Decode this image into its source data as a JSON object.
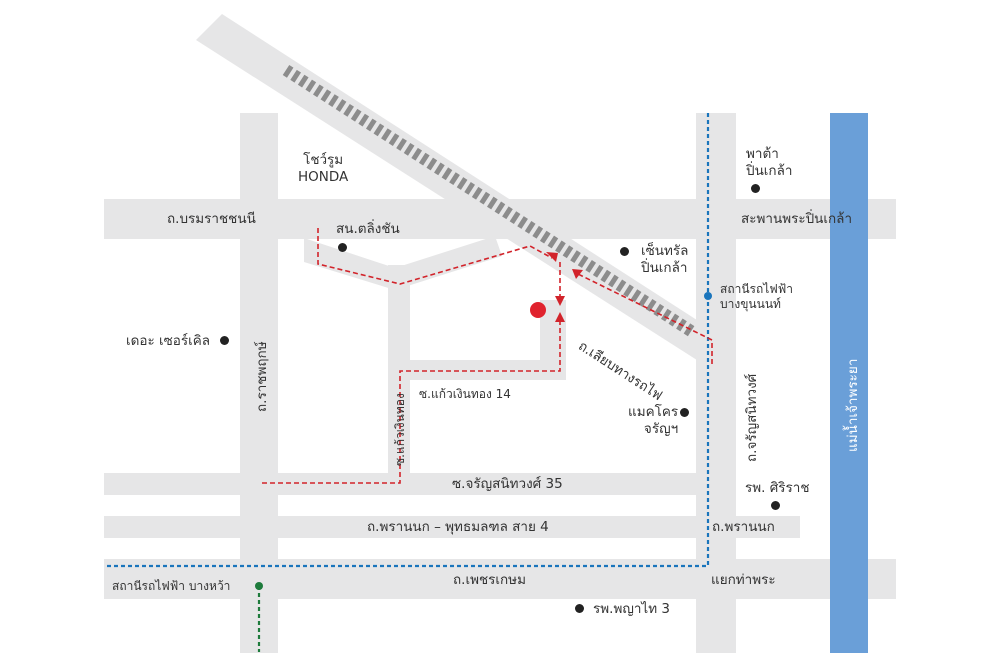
{
  "roads": {
    "borommaratchachonnani": "ถ.บรมราชชนนี",
    "saphan_pinklao": "สะพานพระปิ่นเกล้า",
    "ratchaphruek": "ถ.ราชพฤกษ์",
    "charansanitwong": "ถ.จรัญสนิทวงศ์",
    "soi_charan_35": "ซ.จรัญสนิทวงศ์ 35",
    "phrannok_phutthamonthon": "ถ.พรานนก – พุทธมลฑล สาย 4",
    "phrannok": "ถ.พรานนก",
    "phetkasem": "ถ.เพชรเกษม",
    "liap_thang_rotfai": "ถ.เลียบทางรถไฟ",
    "soi_kaeo_ngoen_thong_14": "ซ.แก้วเงินทอง 14",
    "soi_kaeo_ngoen_thong": "ซ.แก้วเงินทอง",
    "tha_phra_junction": "แยกท่าพระ"
  },
  "river": {
    "label": "แม่น้ำเจ้าพระยา",
    "color": "#6a9fd8"
  },
  "landmarks": {
    "honda_showroom_line1": "โชว์รูม",
    "honda_showroom_line2": "HONDA",
    "taling_chan_office": "สน.ตลิ่งชัน",
    "pata_line1": "พาต้า",
    "pata_line2": "ปิ่นเกล้า",
    "central_line1": "เซ็นทรัล",
    "central_line2": "ปิ่นเกล้า",
    "the_circle": "เดอะ เซอร์เคิล",
    "makro_line1": "แมคโคร",
    "makro_line2": "จรัญฯ",
    "siriraj": "รพ. ศิริราช",
    "phyathai3": "รพ.พญาไท 3"
  },
  "stations": {
    "bang_khun_non_line1": "สถานีรถไฟฟ้า",
    "bang_khun_non_line2": "บางขุนนนท์",
    "bang_wa": "สถานีรถไฟฟ้า บางหว้า"
  },
  "colors": {
    "road": "#e6e6e7",
    "railway": "#8c8c8c",
    "route": "#d2232a",
    "destination": "#e0232e",
    "blue_line": "#1a75bc",
    "green_line": "#1e7b3c",
    "landmark_dot": "#222222"
  }
}
